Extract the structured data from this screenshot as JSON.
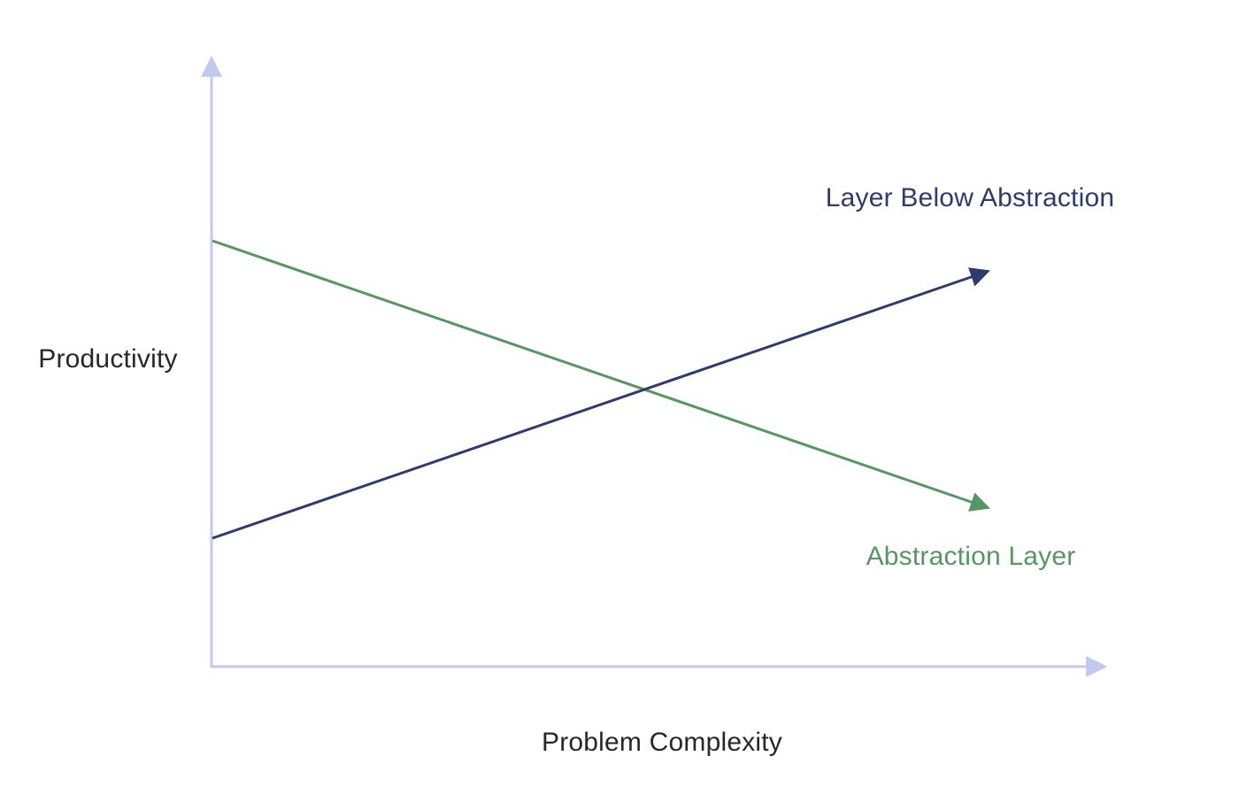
{
  "labels": {
    "y_axis": "Productivity",
    "x_axis": "Problem Complexity"
  },
  "series": [
    {
      "label": "Layer Below Abstraction",
      "color": "#2e3b6e",
      "direction": "up"
    },
    {
      "label": "Abstraction Layer",
      "color": "#579663",
      "direction": "down"
    }
  ],
  "colors": {
    "background": "#ffffff",
    "axis": "#c3c8ef",
    "axis_label_text": "#27272b",
    "navy_line": "#2e3b6e",
    "green_line": "#579663"
  },
  "chart_data": {
    "type": "line",
    "title": "",
    "xlabel": "Problem Complexity",
    "ylabel": "Productivity",
    "grid": false,
    "legend": "inline-labels-near-line-ends",
    "x_axis": {
      "quantitative": false,
      "ticks": [],
      "range_normalized": [
        0,
        1
      ],
      "arrow": true
    },
    "y_axis": {
      "quantitative": false,
      "ticks": [],
      "range_normalized": [
        0,
        1
      ],
      "arrow": true
    },
    "series": [
      {
        "name": "Layer Below Abstraction",
        "color": "#2e3b6e",
        "trend": "increasing",
        "points_normalized": [
          [
            0.0,
            0.21
          ],
          [
            0.88,
            0.67
          ]
        ],
        "arrowhead_at_end": true
      },
      {
        "name": "Abstraction Layer",
        "color": "#579663",
        "trend": "decreasing",
        "points_normalized": [
          [
            0.0,
            0.71
          ],
          [
            0.88,
            0.26
          ]
        ],
        "arrowhead_at_end": true
      }
    ],
    "layout_hints": {
      "lines_cross_at_normalized": [
        0.49,
        0.45
      ],
      "navy_line_drawn_on_top": true,
      "navy_label_position": "above navy arrowhead, right side",
      "green_label_position": "below green arrowhead, right side"
    }
  }
}
